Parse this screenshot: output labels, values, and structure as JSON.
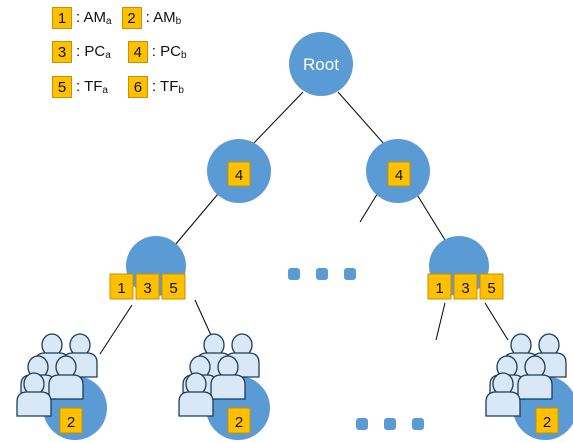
{
  "legend": [
    {
      "num": "1",
      "name": "AM",
      "sub": "a"
    },
    {
      "num": "2",
      "name": "AM",
      "sub": "b"
    },
    {
      "num": "3",
      "name": "PC",
      "sub": "a"
    },
    {
      "num": "4",
      "name": "PC",
      "sub": "b"
    },
    {
      "num": "5",
      "name": "TF",
      "sub": "a"
    },
    {
      "num": "6",
      "name": "TF",
      "sub": "b"
    }
  ],
  "legend_separator": ": ",
  "root_label": "Root",
  "level1_badges": [
    "4",
    "4"
  ],
  "level2_badges": {
    "left": [
      "1",
      "3",
      "5"
    ],
    "right": [
      "1",
      "3",
      "5"
    ]
  },
  "leaf_badges": [
    "2",
    "2",
    "2"
  ],
  "colors": {
    "node": "#5B9BD5",
    "badge": "#FFC000",
    "badge_border": "#C79100",
    "edge": "#000000",
    "person_fill": "#D9E8F6",
    "person_stroke": "#1F3B57"
  }
}
